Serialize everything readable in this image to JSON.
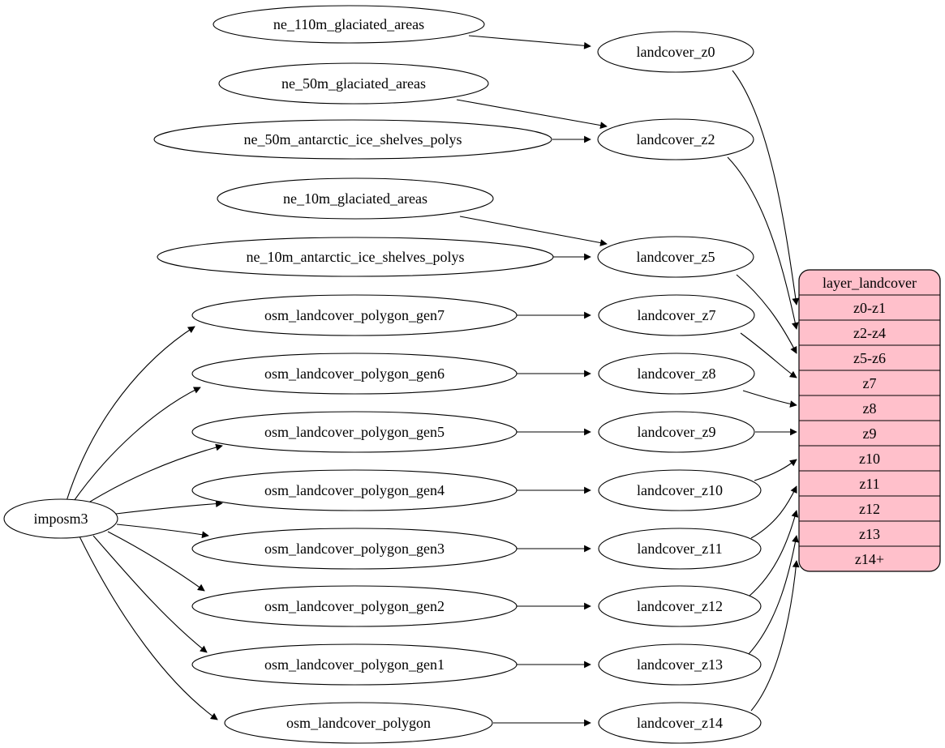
{
  "colors": {
    "table_fill": "#ffc0cb",
    "node_fill": "#ffffff",
    "stroke": "#000000",
    "background": "#ffffff"
  },
  "nodes": {
    "imposm3": "imposm3",
    "ne_110m_glaciated_areas": "ne_110m_glaciated_areas",
    "ne_50m_glaciated_areas": "ne_50m_glaciated_areas",
    "ne_50m_antarctic_ice_shelves_polys": "ne_50m_antarctic_ice_shelves_polys",
    "ne_10m_glaciated_areas": "ne_10m_glaciated_areas",
    "ne_10m_antarctic_ice_shelves_polys": "ne_10m_antarctic_ice_shelves_polys",
    "osm_landcover_polygon_gen7": "osm_landcover_polygon_gen7",
    "osm_landcover_polygon_gen6": "osm_landcover_polygon_gen6",
    "osm_landcover_polygon_gen5": "osm_landcover_polygon_gen5",
    "osm_landcover_polygon_gen4": "osm_landcover_polygon_gen4",
    "osm_landcover_polygon_gen3": "osm_landcover_polygon_gen3",
    "osm_landcover_polygon_gen2": "osm_landcover_polygon_gen2",
    "osm_landcover_polygon_gen1": "osm_landcover_polygon_gen1",
    "osm_landcover_polygon": "osm_landcover_polygon",
    "landcover_z0": "landcover_z0",
    "landcover_z2": "landcover_z2",
    "landcover_z5": "landcover_z5",
    "landcover_z7": "landcover_z7",
    "landcover_z8": "landcover_z8",
    "landcover_z9": "landcover_z9",
    "landcover_z10": "landcover_z10",
    "landcover_z11": "landcover_z11",
    "landcover_z12": "landcover_z12",
    "landcover_z13": "landcover_z13",
    "landcover_z14": "landcover_z14"
  },
  "table": {
    "title": "layer_landcover",
    "rows": [
      "z0-z1",
      "z2-z4",
      "z5-z6",
      "z7",
      "z8",
      "z9",
      "z10",
      "z11",
      "z12",
      "z13",
      "z14+"
    ]
  },
  "edges": [
    {
      "from": "ne_110m_glaciated_areas",
      "to": "landcover_z0"
    },
    {
      "from": "ne_50m_glaciated_areas",
      "to": "landcover_z2"
    },
    {
      "from": "ne_50m_antarctic_ice_shelves_polys",
      "to": "landcover_z2"
    },
    {
      "from": "ne_10m_glaciated_areas",
      "to": "landcover_z5"
    },
    {
      "from": "ne_10m_antarctic_ice_shelves_polys",
      "to": "landcover_z5"
    },
    {
      "from": "imposm3",
      "to": "osm_landcover_polygon_gen7"
    },
    {
      "from": "imposm3",
      "to": "osm_landcover_polygon_gen6"
    },
    {
      "from": "imposm3",
      "to": "osm_landcover_polygon_gen5"
    },
    {
      "from": "imposm3",
      "to": "osm_landcover_polygon_gen4"
    },
    {
      "from": "imposm3",
      "to": "osm_landcover_polygon_gen3"
    },
    {
      "from": "imposm3",
      "to": "osm_landcover_polygon_gen2"
    },
    {
      "from": "imposm3",
      "to": "osm_landcover_polygon_gen1"
    },
    {
      "from": "imposm3",
      "to": "osm_landcover_polygon"
    },
    {
      "from": "osm_landcover_polygon_gen7",
      "to": "landcover_z7"
    },
    {
      "from": "osm_landcover_polygon_gen6",
      "to": "landcover_z8"
    },
    {
      "from": "osm_landcover_polygon_gen5",
      "to": "landcover_z9"
    },
    {
      "from": "osm_landcover_polygon_gen4",
      "to": "landcover_z10"
    },
    {
      "from": "osm_landcover_polygon_gen3",
      "to": "landcover_z11"
    },
    {
      "from": "osm_landcover_polygon_gen2",
      "to": "landcover_z12"
    },
    {
      "from": "osm_landcover_polygon_gen1",
      "to": "landcover_z13"
    },
    {
      "from": "osm_landcover_polygon",
      "to": "landcover_z14"
    },
    {
      "from": "landcover_z0",
      "to": "layer_landcover.z0-z1"
    },
    {
      "from": "landcover_z2",
      "to": "layer_landcover.z2-z4"
    },
    {
      "from": "landcover_z5",
      "to": "layer_landcover.z5-z6"
    },
    {
      "from": "landcover_z7",
      "to": "layer_landcover.z7"
    },
    {
      "from": "landcover_z8",
      "to": "layer_landcover.z8"
    },
    {
      "from": "landcover_z9",
      "to": "layer_landcover.z9"
    },
    {
      "from": "landcover_z10",
      "to": "layer_landcover.z10"
    },
    {
      "from": "landcover_z11",
      "to": "layer_landcover.z11"
    },
    {
      "from": "landcover_z12",
      "to": "layer_landcover.z12"
    },
    {
      "from": "landcover_z13",
      "to": "layer_landcover.z13"
    },
    {
      "from": "landcover_z14",
      "to": "layer_landcover.z14+"
    }
  ]
}
